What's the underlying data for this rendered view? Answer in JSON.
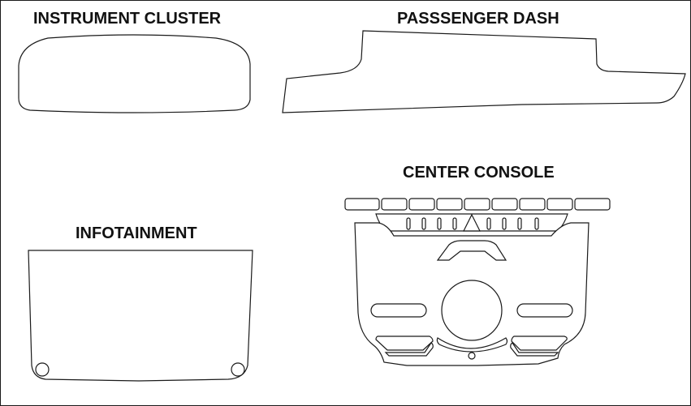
{
  "labels": {
    "instrument_cluster": "INSTRUMENT CLUSTER",
    "passenger_dash": "PASSSENGER DASH",
    "center_console": "CENTER CONSOLE",
    "infotainment": "INFOTAINMENT"
  },
  "colors": {
    "outline": "#1a1a1a",
    "background": "#ffffff",
    "text": "#111111"
  }
}
